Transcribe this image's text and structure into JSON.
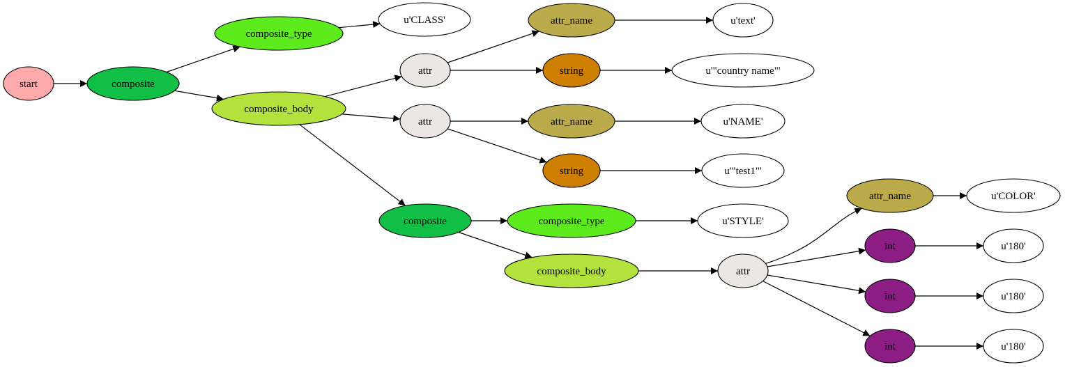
{
  "graph": {
    "nodes": [
      {
        "id": "start",
        "label": "start",
        "fill": "#FFAAAA"
      },
      {
        "id": "composite_1",
        "label": "composite",
        "fill": "#11BF46"
      },
      {
        "id": "composite_type_1",
        "label": "composite_type",
        "fill": "#5EEB1E"
      },
      {
        "id": "class_value",
        "label": "u'CLASS'",
        "fill": "#FFFFFF"
      },
      {
        "id": "composite_body_1",
        "label": "composite_body",
        "fill": "#B3E23D"
      },
      {
        "id": "attr_1",
        "label": "attr",
        "fill": "#ECE7E4"
      },
      {
        "id": "attr_name_1",
        "label": "attr_name",
        "fill": "#BBAA4A"
      },
      {
        "id": "text_value",
        "label": "u'text'",
        "fill": "#FFFFFF"
      },
      {
        "id": "string_1",
        "label": "string",
        "fill": "#CC7F00"
      },
      {
        "id": "country_name_value",
        "label": "u'\"country name\"'",
        "fill": "#FFFFFF"
      },
      {
        "id": "attr_2",
        "label": "attr",
        "fill": "#ECE7E4"
      },
      {
        "id": "attr_name_2",
        "label": "attr_name",
        "fill": "#BBAA4A"
      },
      {
        "id": "name_value",
        "label": "u'NAME'",
        "fill": "#FFFFFF"
      },
      {
        "id": "string_2",
        "label": "string",
        "fill": "#CC7F00"
      },
      {
        "id": "test1_value",
        "label": "u'\"test1\"'",
        "fill": "#FFFFFF"
      },
      {
        "id": "composite_2",
        "label": "composite",
        "fill": "#11BF46"
      },
      {
        "id": "composite_type_2",
        "label": "composite_type",
        "fill": "#5EEB1E"
      },
      {
        "id": "style_value",
        "label": "u'STYLE'",
        "fill": "#FFFFFF"
      },
      {
        "id": "composite_body_2",
        "label": "composite_body",
        "fill": "#B3E23D"
      },
      {
        "id": "attr_3",
        "label": "attr",
        "fill": "#ECE7E4"
      },
      {
        "id": "attr_name_3",
        "label": "attr_name",
        "fill": "#BBAA4A"
      },
      {
        "id": "color_value",
        "label": "u'COLOR'",
        "fill": "#FFFFFF"
      },
      {
        "id": "int_1",
        "label": "int",
        "fill": "#8B1D85"
      },
      {
        "id": "int_value_1",
        "label": "u'180'",
        "fill": "#FFFFFF"
      },
      {
        "id": "int_2",
        "label": "int",
        "fill": "#8B1D85"
      },
      {
        "id": "int_value_2",
        "label": "u'180'",
        "fill": "#FFFFFF"
      },
      {
        "id": "int_3",
        "label": "int",
        "fill": "#8B1D85"
      },
      {
        "id": "int_value_3",
        "label": "u'180'",
        "fill": "#FFFFFF"
      }
    ],
    "edges": [
      {
        "from": "start",
        "to": "composite_1"
      },
      {
        "from": "composite_1",
        "to": "composite_type_1"
      },
      {
        "from": "composite_1",
        "to": "composite_body_1"
      },
      {
        "from": "composite_type_1",
        "to": "class_value"
      },
      {
        "from": "composite_body_1",
        "to": "attr_1"
      },
      {
        "from": "composite_body_1",
        "to": "attr_2"
      },
      {
        "from": "composite_body_1",
        "to": "composite_2"
      },
      {
        "from": "attr_1",
        "to": "attr_name_1"
      },
      {
        "from": "attr_1",
        "to": "string_1"
      },
      {
        "from": "attr_name_1",
        "to": "text_value"
      },
      {
        "from": "string_1",
        "to": "country_name_value"
      },
      {
        "from": "attr_2",
        "to": "attr_name_2"
      },
      {
        "from": "attr_2",
        "to": "string_2"
      },
      {
        "from": "attr_name_2",
        "to": "name_value"
      },
      {
        "from": "string_2",
        "to": "test1_value"
      },
      {
        "from": "composite_2",
        "to": "composite_type_2"
      },
      {
        "from": "composite_2",
        "to": "composite_body_2"
      },
      {
        "from": "composite_type_2",
        "to": "style_value"
      },
      {
        "from": "composite_body_2",
        "to": "attr_3"
      },
      {
        "from": "attr_3",
        "to": "attr_name_3"
      },
      {
        "from": "attr_3",
        "to": "int_1"
      },
      {
        "from": "attr_3",
        "to": "int_2"
      },
      {
        "from": "attr_3",
        "to": "int_3"
      },
      {
        "from": "attr_name_3",
        "to": "color_value"
      },
      {
        "from": "int_1",
        "to": "int_value_1"
      },
      {
        "from": "int_2",
        "to": "int_value_2"
      },
      {
        "from": "int_3",
        "to": "int_value_3"
      }
    ]
  }
}
